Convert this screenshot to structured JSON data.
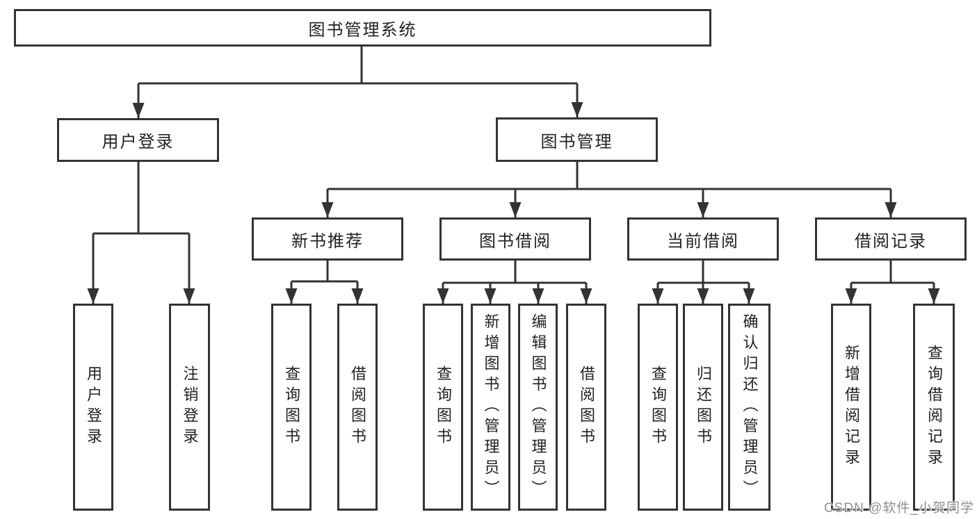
{
  "diagram": {
    "colors": {
      "line": "#333333",
      "text": "#222222",
      "background": "#ffffff",
      "watermark_gray": "#8f8f8f"
    },
    "watermark": "CSDN @软件_小贺同学",
    "nodes": {
      "root": {
        "label": "图书管理系统"
      },
      "user_login": {
        "label": "用户登录"
      },
      "book_mgmt": {
        "label": "图书管理"
      },
      "new_book_rec": {
        "label": "新书推荐"
      },
      "book_borrow": {
        "label": "图书借阅"
      },
      "current_borrow": {
        "label": "当前借阅"
      },
      "borrow_record": {
        "label": "借阅记录"
      },
      "leaf_user_login": {
        "label": "用户登录"
      },
      "leaf_logout": {
        "label": "注销登录"
      },
      "leaf_rec_query": {
        "label": "查询图书"
      },
      "leaf_rec_borrow": {
        "label": "借阅图书"
      },
      "leaf_bb_query": {
        "label": "查询图书"
      },
      "leaf_bb_add": {
        "label": "新增图书（管理员）"
      },
      "leaf_bb_edit": {
        "label": "编辑图书（管理员）"
      },
      "leaf_bb_borrow": {
        "label": "借阅图书"
      },
      "leaf_cb_query": {
        "label": "查询图书"
      },
      "leaf_cb_return": {
        "label": "归还图书"
      },
      "leaf_cb_confirm": {
        "label": "确认归还（管理员）"
      },
      "leaf_br_add": {
        "label": "新增借阅记录"
      },
      "leaf_br_query": {
        "label": "查询借阅记录"
      }
    }
  }
}
